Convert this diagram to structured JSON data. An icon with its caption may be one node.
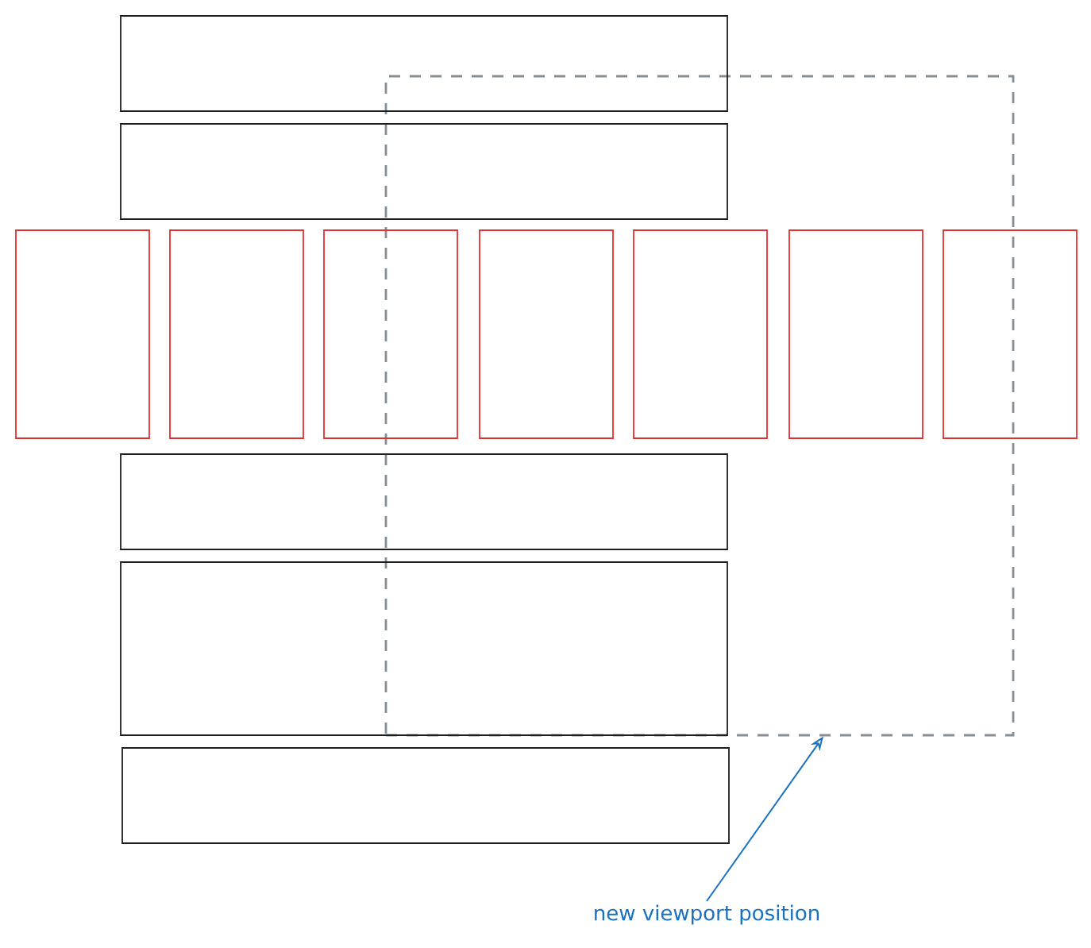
{
  "diagram": {
    "nodes": [
      {
        "text": [],
        "shape": "box"
      },
      {
        "text": [],
        "shape": "box"
      },
      {
        "text": [],
        "shape": "box"
      },
      {
        "text": [],
        "shape": "box"
      },
      {
        "text": [],
        "shape": "box"
      },
      {
        "text": [],
        "shape": "box"
      },
      {
        "text": [],
        "shape": "box",
        "in": 0
      },
      {
        "text": [],
        "shape": "box",
        "in": 0
      },
      {
        "text": [],
        "shape": "box",
        "in": 0
      },
      {
        "text": [],
        "shape": "box"
      },
      {
        "text": [],
        "shape": "box"
      },
      {
        "text": [],
        "shape": "box"
      },
      {
        "text": [],
        "shape": "box"
      },
      {
        "text": [
          "new viewport position"
        ]
      }
    ],
    "edges": [
      {
        "from": 13,
        "to": 0,
        "arrow": "to",
        "color": "#1971c2"
      }
    ]
  }
}
